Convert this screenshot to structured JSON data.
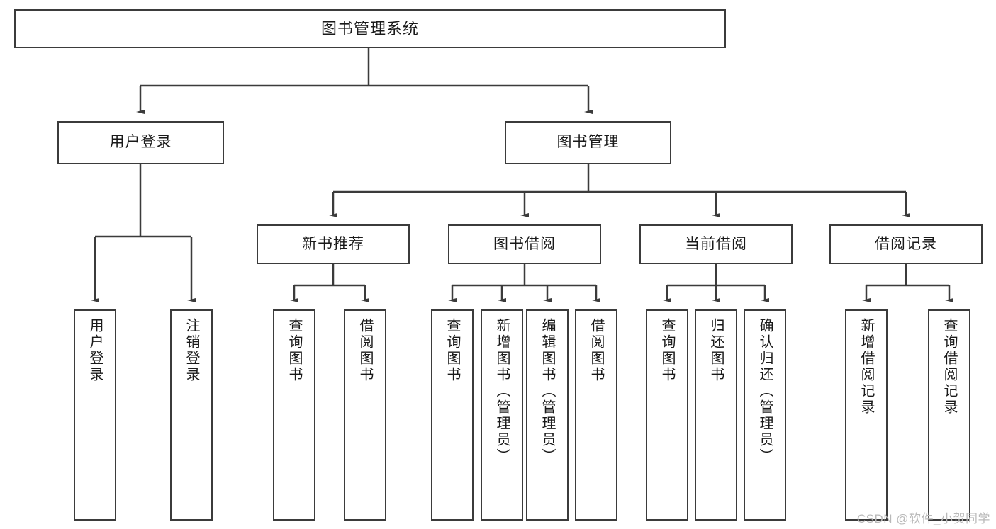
{
  "diagram": {
    "title": "图书管理系统",
    "type": "hierarchy-tree",
    "watermark": "CSDN @软件_小贺同学",
    "colors": {
      "box_border": "#3b3b3b",
      "box_fill": "#ffffff",
      "connector": "#3b3b3b",
      "text": "#1a1a1a",
      "watermark": "#b9b9b9"
    }
  },
  "nodes": {
    "root": {
      "label": "图书管理系统"
    },
    "level2": [
      {
        "label": "用户登录"
      },
      {
        "label": "图书管理"
      }
    ],
    "level3": [
      {
        "label": "新书推荐"
      },
      {
        "label": "图书借阅"
      },
      {
        "label": "当前借阅"
      },
      {
        "label": "借阅记录"
      }
    ],
    "leaves": {
      "user_login": [
        {
          "label": "用户登录"
        },
        {
          "label": "注销登录"
        }
      ],
      "new_book": [
        {
          "label": "查询图书"
        },
        {
          "label": "借阅图书"
        }
      ],
      "book_borrow": [
        {
          "label": "查询图书"
        },
        {
          "label": "新增图书（管理员）"
        },
        {
          "label": "编辑图书（管理员）"
        },
        {
          "label": "借阅图书"
        }
      ],
      "current_borrow": [
        {
          "label": "查询图书"
        },
        {
          "label": "归还图书"
        },
        {
          "label": "确认归还（管理员）"
        }
      ],
      "borrow_record": [
        {
          "label": "新增借阅记录"
        },
        {
          "label": "查询借阅记录"
        }
      ]
    }
  }
}
